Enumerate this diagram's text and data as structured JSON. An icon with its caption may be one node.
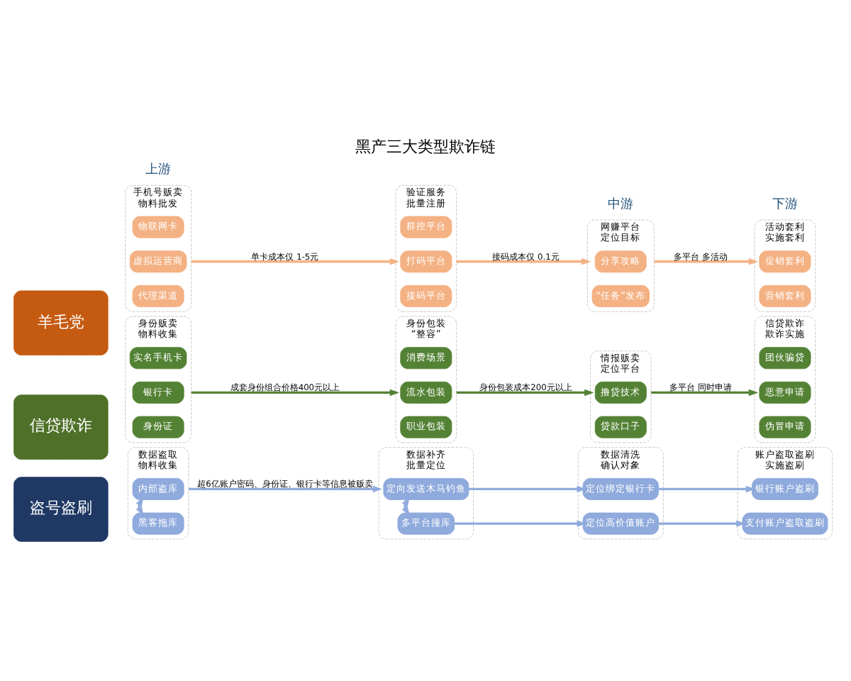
{
  "diagram": {
    "title": "黑产三大类型欺诈链",
    "nodes": [
      {
        "text": [
          "羊毛党"
        ]
      },
      {
        "text": [
          "手机号贩卖",
          "物料批发"
        ]
      },
      {
        "text": [
          "代理渠道"
        ],
        "in": 1
      },
      {
        "text": [
          "虚拟运营商"
        ],
        "in": 1
      },
      {
        "text": [
          "物联网卡"
        ],
        "in": 1
      },
      {
        "text": [
          "验证服务",
          "批量注册"
        ]
      },
      {
        "text": [
          "接码平台"
        ],
        "in": 5
      },
      {
        "text": [
          "打码平台"
        ],
        "in": 5
      },
      {
        "text": [
          "群控平台"
        ],
        "in": 5
      },
      {
        "text": [
          "网赚平台",
          "定位目标"
        ]
      },
      {
        "text": [
          "“任务”发布"
        ],
        "in": 9
      },
      {
        "text": [
          "分享攻略"
        ],
        "in": 9
      },
      {
        "text": [
          "活动套利",
          "实施套利"
        ]
      },
      {
        "text": [
          "营销套利"
        ],
        "in": 12
      },
      {
        "text": [
          "促销套利"
        ],
        "in": 12
      },
      {
        "text": [
          "信贷欺诈"
        ]
      },
      {
        "text": [
          "身份贩卖",
          "物料收集"
        ]
      },
      {
        "text": [
          "身份证"
        ],
        "in": 16
      },
      {
        "text": [
          "银行卡"
        ],
        "in": 16
      },
      {
        "text": [
          "实名手机卡"
        ],
        "in": 16
      },
      {
        "text": [
          "身份包装",
          "“整容”"
        ]
      },
      {
        "text": [
          "职业包装"
        ],
        "in": 20
      },
      {
        "text": [
          "流水包装"
        ],
        "in": 20
      },
      {
        "text": [
          "消费场景"
        ],
        "in": 20
      },
      {
        "text": [
          "情报贩卖",
          "定位平台"
        ]
      },
      {
        "text": [
          "贷款口子"
        ],
        "in": 24
      },
      {
        "text": [
          "撸贷技术"
        ],
        "in": 24
      },
      {
        "text": [
          "信贷欺诈",
          "欺诈实施"
        ]
      },
      {
        "text": [
          "伪冒申请"
        ],
        "in": 27
      },
      {
        "text": [
          "恶意申请"
        ],
        "in": 27
      },
      {
        "text": [
          "团伙骗贷"
        ],
        "in": 27
      },
      {
        "text": [
          "盗号盗刷"
        ]
      },
      {
        "text": [
          "数据盗取",
          "物料收集"
        ]
      },
      {
        "text": [
          "黑客拖库"
        ],
        "in": 32
      },
      {
        "text": [
          "内部盗库"
        ],
        "in": 32
      },
      {
        "text": [
          "数据补齐",
          "批量定位"
        ]
      },
      {
        "text": [
          "多平台撞库"
        ],
        "in": 35
      },
      {
        "text": [
          "定向发送木马钓鱼"
        ],
        "in": 35
      },
      {
        "text": [
          "数据清洗",
          "确认对象"
        ]
      },
      {
        "text": [
          "定位高价值账户"
        ],
        "in": 38
      },
      {
        "text": [
          "定位绑定银行卡"
        ],
        "in": 38
      },
      {
        "text": [
          "账户盗取盗刷",
          "实施盗刷"
        ]
      },
      {
        "text": [
          "支付账户盗取盗刷"
        ],
        "in": 41
      },
      {
        "text": [
          "银行账户盗刷"
        ],
        "in": 41
      }
    ],
    "edges": [
      {
        "from": 1,
        "to": 5,
        "arrow": "to",
        "label": "单卡成本仅 1-5元",
        "color": "#f4b183"
      },
      {
        "from": 5,
        "to": 9,
        "arrow": "to",
        "label": "接码成本仅 0.1元",
        "color": "#f4b183"
      },
      {
        "from": 9,
        "to": 12,
        "arrow": "to",
        "label": "多平台 多活动",
        "color": "#f4b183"
      },
      {
        "from": 16,
        "to": 20,
        "arrow": "to",
        "label": "成套身份组合价格400元以上",
        "color": "#548235"
      },
      {
        "from": 20,
        "to": 24,
        "arrow": "to",
        "label": "身份包装成本200元以上",
        "color": "#548235"
      },
      {
        "from": 24,
        "to": 27,
        "arrow": "to",
        "label": "多平台 同时申请",
        "color": "#548235"
      },
      {
        "from": 33,
        "to": 34,
        "arrow": "both"
      },
      {
        "from": 32,
        "to": 35,
        "arrow": "to",
        "label": "超6亿账户密码、身份证、银行卡等信息被贩卖"
      },
      {
        "from": 36,
        "to": 37,
        "arrow": "both"
      },
      {
        "from": 36,
        "to": 39,
        "arrow": "to"
      },
      {
        "from": 37,
        "to": 40,
        "arrow": "to"
      },
      {
        "from": 39,
        "to": 42,
        "arrow": "to"
      },
      {
        "from": 40,
        "to": 43,
        "arrow": "to"
      }
    ],
    "labels": [
      "上游",
      "中游",
      "下游"
    ]
  }
}
